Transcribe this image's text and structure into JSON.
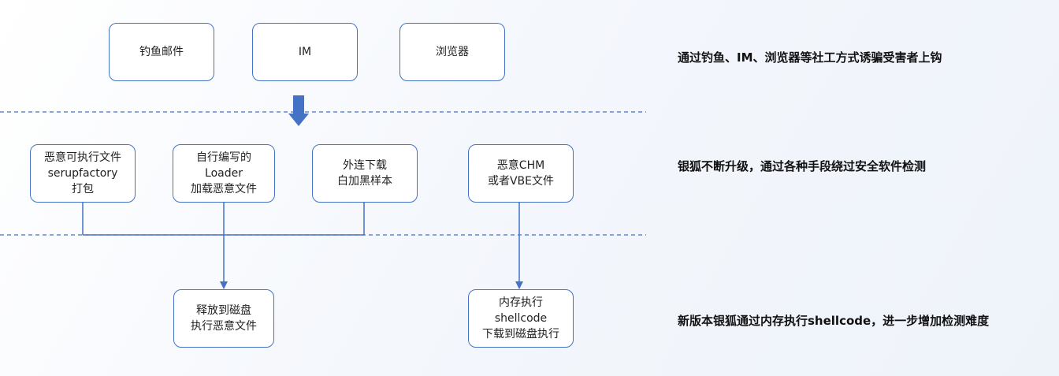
{
  "row1": {
    "boxes": [
      {
        "lines": [
          "钓鱼邮件"
        ]
      },
      {
        "lines": [
          "IM"
        ]
      },
      {
        "lines": [
          "浏览器"
        ]
      }
    ],
    "description": "通过钓鱼、IM、浏览器等社工方式诱骗受害者上钩"
  },
  "row2": {
    "boxes": [
      {
        "lines": [
          "恶意可执行文件",
          "serupfactory",
          "打包"
        ]
      },
      {
        "lines": [
          "自行编写的",
          "Loader",
          "加载恶意文件"
        ]
      },
      {
        "lines": [
          "外连下载",
          "白加黑样本"
        ]
      },
      {
        "lines": [
          "恶意CHM",
          "或者VBE文件"
        ]
      }
    ],
    "description": "银狐不断升级，通过各种手段绕过安全软件检测"
  },
  "row3": {
    "boxes": [
      {
        "lines": [
          "释放到磁盘",
          "执行恶意文件"
        ]
      },
      {
        "lines": [
          "内存执行",
          "shellcode",
          "下载到磁盘执行"
        ]
      }
    ],
    "description": "新版本银狐通过内存执行shellcode，进一步增加检测难度"
  },
  "colors": {
    "box_border": "#4472c4",
    "arrow": "#4472c4",
    "divider": "#4472c4"
  }
}
